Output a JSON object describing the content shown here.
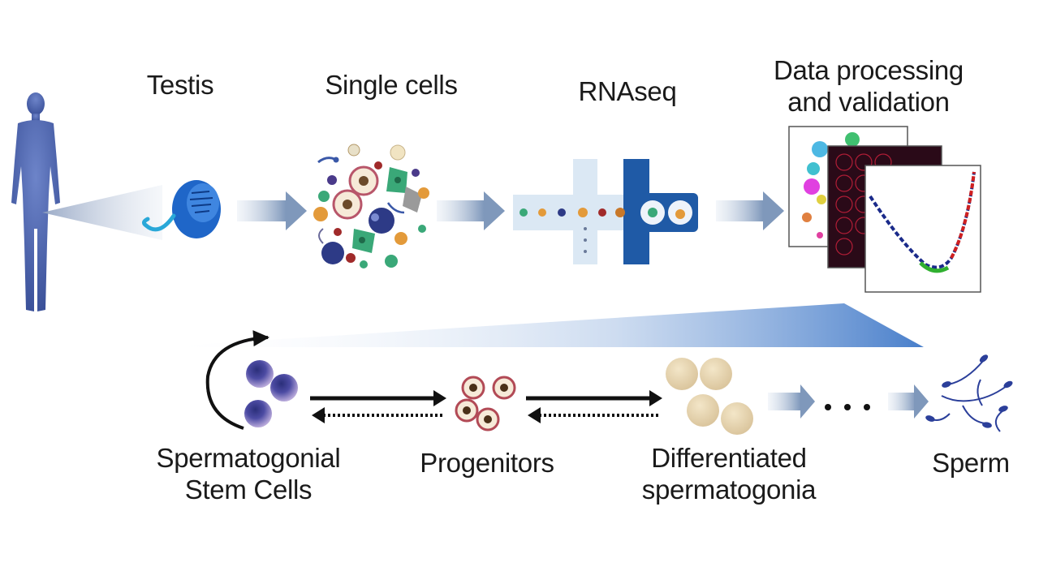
{
  "top_row": {
    "testis": "Testis",
    "single_cells": "Single cells",
    "rnaseq": "RNAseq",
    "data_processing": [
      "Data processing",
      "and validation"
    ]
  },
  "bottom_row": {
    "ssc": [
      "Spermatogonial",
      "Stem Cells"
    ],
    "progenitors": "Progenitors",
    "differentiated": [
      "Differentiated",
      "spermatogonia"
    ],
    "sperm": "Sperm"
  },
  "colors": {
    "body_blue": "#3f57a3",
    "testis_blue": "#1f66c8",
    "channel_light": "#dbe8f4",
    "channel_dark": "#1f5aa6",
    "arrow_blue": "#8aa3c4",
    "ssc_purple": "#6a58a8",
    "progenitor_rim": "#b24a56",
    "diff_cream": "#e6d3ac",
    "sperm_blue": "#2b3f9a"
  },
  "icons": [
    "human-figure-icon",
    "testis-icon",
    "cell-cluster-icon",
    "microfluidic-chip-icon",
    "data-panels-icon",
    "self-renewal-arrow-icon",
    "sperm-icon"
  ]
}
